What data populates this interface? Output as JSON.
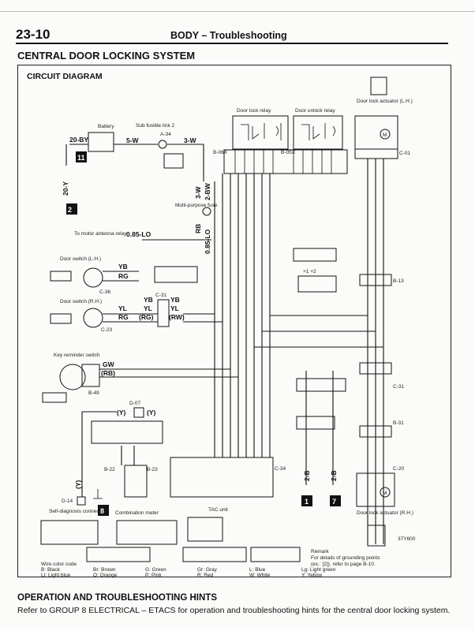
{
  "header": {
    "page_number": "23-10",
    "section": "BODY – Troubleshooting"
  },
  "system_title": "CENTRAL DOOR LOCKING SYSTEM",
  "diagram": {
    "title": "CIRCUIT DIAGRAM",
    "labels": {
      "door_lock_relay": "Door lock relay",
      "door_unlock_relay": "Door unlock relay",
      "door_lock_actuator_lh": "Door lock actuator (L.H.)",
      "door_lock_actuator_rh": "Door lock actuator (R.H.)",
      "battery": "Battery",
      "sub_fusible_link": "Sub fusible link 2",
      "multi_purpose_fuse": "Multi-purpose fuse",
      "to_motor_antenna_relay": "To motor antenna relay",
      "door_switch_lh": "Door switch (L.H.)",
      "door_switch_rh": "Door switch (R.H.)",
      "key_reminder_switch": "Key reminder switch",
      "self_diagnosis_connector": "Self-diagnosis connector",
      "combination_meter": "Combination meter",
      "tac_unit": "TAC unit",
      "figure_code": "37Y600"
    },
    "connectors": {
      "b06x": "B-06X",
      "b05x": "B-05X",
      "c01": "C-01",
      "b13": "B-13",
      "c31a": "C-31",
      "c31b": "C-31",
      "b31": "B-31",
      "c20": "C-20",
      "c36": "C-36",
      "c23": "C-23",
      "b49": "B-49",
      "d07": "D-07",
      "b22": "B-22",
      "b23": "B-23",
      "c34": "C-34",
      "d14": "D-14",
      "a34": "A-34"
    },
    "wires": {
      "w_20by": "20-BY",
      "w_5w": "5-W",
      "w_3w": "3-W",
      "w_3w_vert": "3-W",
      "w_2bw": "2-BW",
      "w_085lo": "0.85-LO",
      "w_085lo_vert": "0.85-LO",
      "w_rb": "RB",
      "w_20y": "20-Y",
      "w_yb_lh": "YB",
      "w_rg_lh": "RG",
      "w_yb_rh": "YB",
      "w_yl_rh": "YL",
      "w_yl_rh2": "YL",
      "w_rg_rh": "RG",
      "w_rg_paren": "(RG)",
      "w_rw_paren": "(RW)",
      "w_yb_c31": "YB",
      "w_yl_c31": "YL",
      "w_gw": "GW",
      "w_rb_paren": "(RB)",
      "w_y_d07a": "(Y)",
      "w_y_d07b": "(Y)",
      "w_y_d14": "(Y)",
      "w_2b_a": "2-B",
      "w_2b_b": "2-B"
    },
    "ground_points": [
      "11",
      "2",
      "8",
      "1",
      "7"
    ],
    "wire_color_code": {
      "title": "Wire color code",
      "entries": [
        "B: Black",
        "Br: Brown",
        "G: Green",
        "Gr: Gray",
        "L: Blue",
        "Lg: Light green",
        "LI: Light blue",
        "O: Orange",
        "P: Pink",
        "R: Red",
        "W: White",
        "Y: Yellow"
      ]
    },
    "remark": {
      "title": "Remark",
      "line1": "For details of grounding points",
      "line2": "(ex.: [2]), refer to page B-10."
    }
  },
  "operation": {
    "heading": "OPERATION AND TROUBLESHOOTING HINTS",
    "text": "Refer to GROUP 8 ELECTRICAL – ETACS for operation and troubleshooting hints for the central door locking system."
  }
}
